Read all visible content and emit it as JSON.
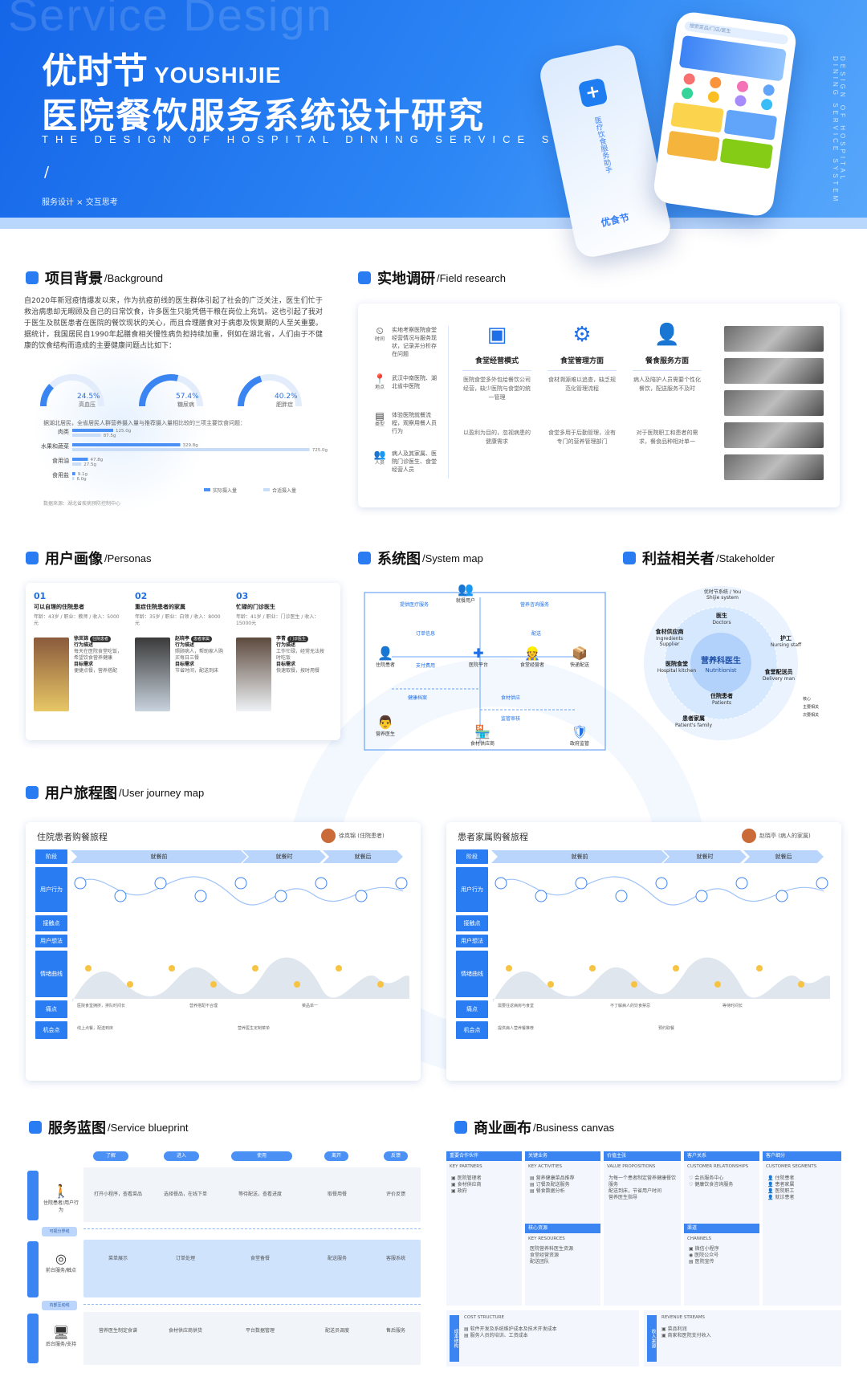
{
  "header": {
    "watermark": "Service Design",
    "title_cn": "优时节",
    "title_en": "YOUSHIJIE",
    "title_main": "医院餐饮服务系统设计研究",
    "subtitle": "THE DESIGN OF HOSPITAL DINING SERVICE SYSTEM",
    "slash": "/",
    "tags": "服务设计 × 交互思考",
    "vertical_text": "DESIGN OF HOSPITAL DINING SERVICE SYSTEM",
    "phone_brand": "优食节",
    "phone_vertical": "医疗饮食服务助手",
    "phone_search": "搜索菜品/门店/医生"
  },
  "colors": {
    "primary": "#2a7cf2",
    "light": "#b9d5fb",
    "header_start": "#1565e8",
    "header_end": "#58a8fb"
  },
  "sections": {
    "background": {
      "cn": "项目背景",
      "en": "/Background"
    },
    "field": {
      "cn": "实地调研",
      "en": "/Field research"
    },
    "personas": {
      "cn": "用户画像",
      "en": "/Personas"
    },
    "sysmap": {
      "cn": "系统图",
      "en": "/System map"
    },
    "stakeholder": {
      "cn": "利益相关者",
      "en": "/Stakeholder"
    },
    "journey": {
      "cn": "用户旅程图",
      "en": "/User journey map"
    },
    "blueprint": {
      "cn": "服务蓝图",
      "en": "/Service blueprint"
    },
    "canvas": {
      "cn": "商业画布",
      "en": "/Business canvas"
    }
  },
  "background": {
    "text": "自2020年新冠疫情爆发以来，作为抗疫前线的医生群体引起了社会的广泛关注，医生们忙于救治病患却无暇顾及自己的日常饮食，许多医生只能凭借干粮在岗位上充饥。这也引起了我对于医生及就医患者在医院的餐饮现状的关心，而且合理膳食对于病患及恢复期的人至关重要。据统计，我国居民自1990年起膳食相关慢性病负担持续加重，例如在湖北省，人们由于不健康的饮食结构而造成的主要健康问题占比如下：",
    "gauges": [
      {
        "pct": "24.5%",
        "label": "高血压",
        "value": 24.5
      },
      {
        "pct": "57.4%",
        "label": "糖尿病",
        "value": 57.4
      },
      {
        "pct": "40.2%",
        "label": "肥胖症",
        "value": 40.2
      }
    ],
    "bars_note": "据湖北居民，全省居民人群营养摄入量与推荐摄入量相比较的三项主要饮食问题：",
    "legend_actual": "实际摄入量",
    "legend_recommend": "合适摄入量",
    "source": "数据来源：湖北省疾病预防控制中心"
  },
  "chart_data": {
    "type": "bar",
    "orientation": "horizontal",
    "categories": [
      "肉类",
      "水果和蔬菜",
      "食用油",
      "食用盐"
    ],
    "series": [
      {
        "name": "实际摄入量",
        "values": [
          125.0,
          329.8,
          47.8,
          9.1
        ]
      },
      {
        "name": "合适摄入量",
        "values": [
          87.5,
          725.0,
          27.5,
          6.0
        ]
      }
    ],
    "labels_actual": [
      "125.0g",
      "329.8g",
      "47.8g",
      "9.1g"
    ],
    "labels_recommend": [
      "87.5g",
      "725.0g",
      "27.5g",
      "6.0g"
    ],
    "xlim": [
      0,
      760
    ]
  },
  "field": {
    "left_items": [
      {
        "icon": "⏲",
        "key": "时间",
        "text": "实地考察医院食堂经营情况与服务现状，记录并分析存在问题"
      },
      {
        "icon": "📍",
        "key": "地点",
        "text": "武汉中南医院、湖北省中医院"
      },
      {
        "icon": "▤",
        "key": "类型",
        "text": "体验医院就餐流程，观察用餐人员行为"
      },
      {
        "icon": "👥",
        "key": "人员",
        "text": "病人及其家属、医院门诊医生、食堂经营人员"
      }
    ],
    "cols": [
      {
        "icon": "▣",
        "title": "食堂经营模式",
        "p1": "医院食堂多外包给餐饮公司经营，缺少医院与食堂的统一管理",
        "p2": "以盈利为目的，忽视病患的健康需求"
      },
      {
        "icon": "⚙",
        "title": "食堂管理方面",
        "p1": "食材溯源难以追查，缺乏规范化管理流程",
        "p2": "食堂多用于后勤管理，没有专门的营养管理部门"
      },
      {
        "icon": "👤",
        "title": "餐食服务方面",
        "p1": "病人及陪护人员需要个性化餐饮，配送服务不及时",
        "p2": "对于医院职工和患者的需求，餐食品种相对单一"
      }
    ]
  },
  "personas": [
    {
      "num": "01",
      "title": "可以自理的住院患者",
      "meta": "年龄：43岁 / 职业：教师 / 收入：5000元",
      "name": "徐岚锦",
      "tag": "住院患者",
      "h1": "行为描述",
      "t1": "每天在医院食堂吃饭，希望饮食营养健康",
      "h2": "目标需求",
      "t2": "便捷点餐，营养搭配"
    },
    {
      "num": "02",
      "title": "重症住院患者的家属",
      "meta": "年龄：35岁 / 职业：白领 / 收入：8000元",
      "name": "赵晓亭",
      "tag": "患者家属",
      "h1": "行为描述",
      "t1": "照顾病人，帮助家人购买每日三餐",
      "h2": "目标需求",
      "t2": "节省时间，配送到床"
    },
    {
      "num": "03",
      "title": "忙碌的门诊医生",
      "meta": "年龄：41岁 / 职业：门诊医生 / 收入：15000元",
      "name": "李青",
      "tag": "门诊医生",
      "h1": "行为描述",
      "t1": "工作忙碌，经常无法按时吃饭",
      "h2": "目标需求",
      "t2": "快速取餐，按时用餐"
    }
  ],
  "sysmap": {
    "nodes": [
      {
        "label": "就餐用户"
      },
      {
        "label": "住院患者"
      },
      {
        "label": "医院平台"
      },
      {
        "label": "食堂经营者"
      },
      {
        "label": "快递配送"
      },
      {
        "label": "营养医生"
      },
      {
        "label": "食材供应商"
      },
      {
        "label": "政府监管"
      }
    ],
    "labels": [
      "提供医疗服务",
      "营养咨询服务",
      "订单信息",
      "配送",
      "支付费用",
      "健康档案",
      "食材供应",
      "监管审核"
    ]
  },
  "stakeholder": {
    "outer": "优时节系统 / You Shijie system",
    "center_cn": "营养科医生",
    "center_en": "Nutritionist",
    "items": [
      {
        "cn": "医生",
        "en": "Doctors"
      },
      {
        "cn": "护工",
        "en": "Nursing staff"
      },
      {
        "cn": "食材供应商",
        "en": "Ingredients Supplier"
      },
      {
        "cn": "医院食堂",
        "en": "Hospital kitchen"
      },
      {
        "cn": "食堂配送员",
        "en": "Delivery man"
      },
      {
        "cn": "住院患者",
        "en": "Patients"
      },
      {
        "cn": "患者家属",
        "en": "Patient's family"
      }
    ],
    "legend": [
      "核心",
      "主要相关",
      "次要相关"
    ]
  },
  "journey": [
    {
      "title": "住院患者购餐旅程",
      "person": "徐岚锦 (住院患者)",
      "rows": [
        "阶段",
        "用户行为",
        "接触点",
        "用户想法",
        "情绪曲线",
        "痛点",
        "机会点"
      ],
      "stages": [
        "就餐前",
        "就餐时",
        "就餐后"
      ],
      "pains": [
        "医院食堂拥挤，排队时间长",
        "营养搭配不合理",
        "菜品单一"
      ],
      "opps": [
        "线上点餐，配送到床",
        "营养医生定制菜单"
      ]
    },
    {
      "title": "患者家属购餐旅程",
      "person": "赵晓亭 (病人的家属)",
      "rows": [
        "阶段",
        "用户行为",
        "接触点",
        "用户想法",
        "情绪曲线",
        "痛点",
        "机会点"
      ],
      "stages": [
        "就餐前",
        "就餐时",
        "就餐后"
      ],
      "pains": [
        "需要往返病房与食堂",
        "不了解病人的饮食禁忌",
        "等待时间长"
      ],
      "opps": [
        "提供病人营养餐推荐",
        "预约取餐"
      ]
    }
  ],
  "blueprint": {
    "phases": [
      "了解",
      "进入",
      "使用",
      "离开",
      "反馈"
    ],
    "actors": [
      "住院患者/用户行为",
      "前台服务/触点",
      "后台服务/支持"
    ],
    "tags": [
      "可视分界线",
      "内部互动线"
    ],
    "front_cells": [
      "打开小程序，查看菜品",
      "选择餐品，在线下单",
      "等待配送，查看进度",
      "取餐用餐",
      "评价反馈"
    ],
    "back_cells": [
      "菜单展示",
      "订单处理",
      "食堂备餐",
      "配送服务",
      "客服系统"
    ],
    "support_cells": [
      "营养医生制定食谱",
      "食材供应商供货",
      "平台数据管理",
      "配送员调度",
      "售后服务"
    ]
  },
  "canvas": {
    "heads": [
      "重要合作伙伴",
      "关键业务",
      "价值主张",
      "客户关系",
      "客户细分"
    ],
    "subs": [
      "KEY PARTNERS",
      "KEY ACTIVITIES",
      "VALUE PROPOSITIONS",
      "CUSTOMER RELATIONSHIPS",
      "CUSTOMER SEGMENTS"
    ],
    "partners": [
      "医院管理者",
      "食材供应商",
      "政府"
    ],
    "activities": [
      "营养健康菜品推荐",
      "订餐及配送服务",
      "餐食数据分析"
    ],
    "value": [
      "为每一个患者制定营养健康餐饮服务",
      "配送到床，节省用户时间",
      "营养医生指导"
    ],
    "relations": [
      "会员服务中心",
      "健康饮食咨询服务"
    ],
    "segments": [
      "住院患者",
      "患者家属",
      "医院职工",
      "就诊患者"
    ],
    "resources_head": "核心资源",
    "resources_sub": "KEY RESOURCES",
    "resources": [
      "医院营养科医生资源",
      "食堂经营资源",
      "配送团队"
    ],
    "channels_head": "渠道",
    "channels_sub": "CHANNELS",
    "channels": [
      "微信小程序",
      "医院公众号",
      "医院宣传"
    ],
    "cost_head": "COST STRUCTURE",
    "cost_side": "成本结构",
    "cost": [
      "软件开发及系统维护成本及技术开发成本",
      "服务人员的培训、工资成本"
    ],
    "revenue_head": "REVENUE STREAMS",
    "revenue_side": "收入来源",
    "revenue": [
      "菜品利润",
      "商家和医院支付收入"
    ]
  }
}
